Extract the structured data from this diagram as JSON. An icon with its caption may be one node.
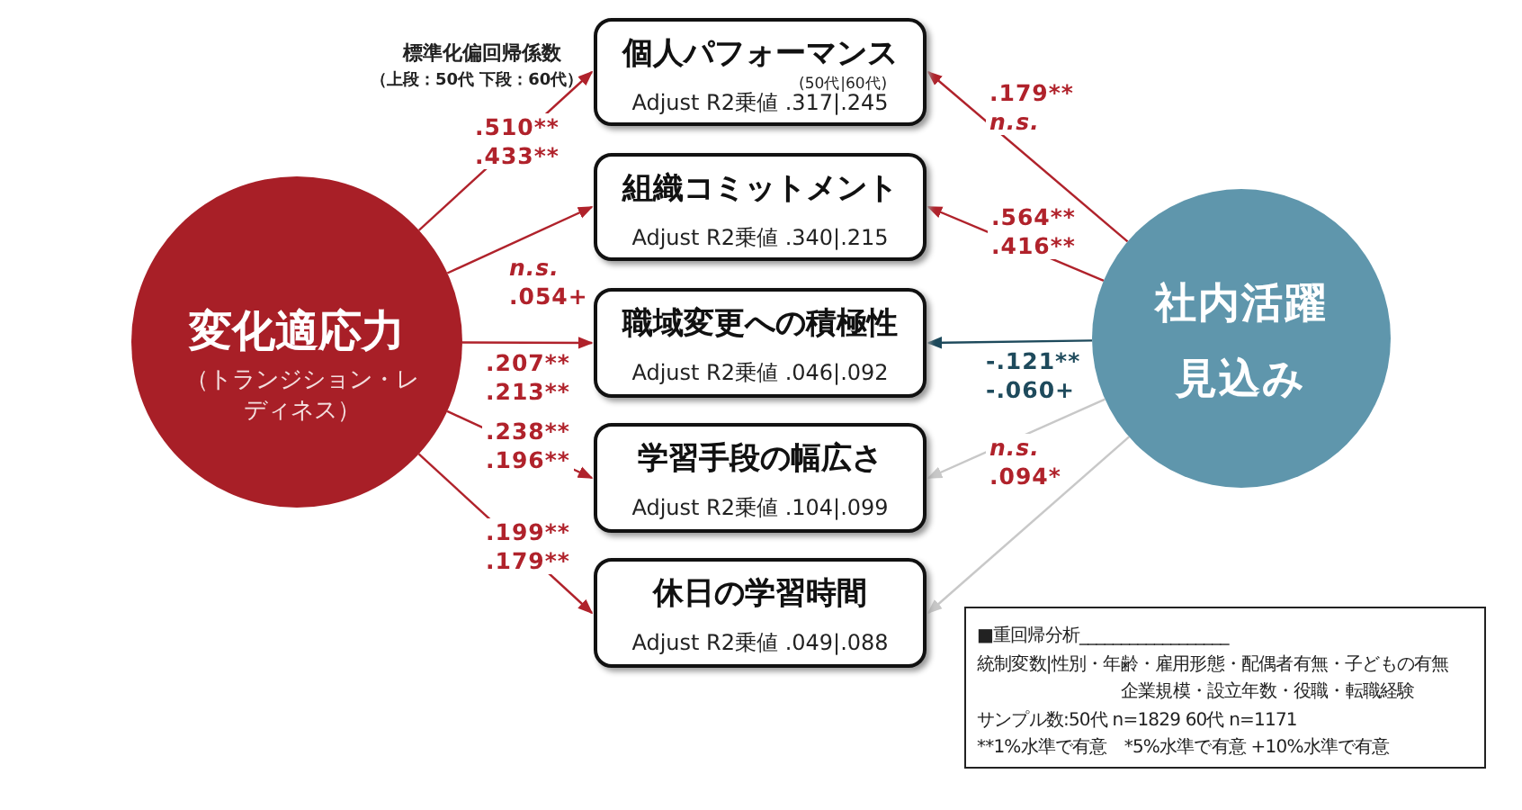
{
  "diagram": {
    "nodes": [
      {
        "text": [
          "変化適応力",
          "（トランジション・レディネス）"
        ]
      },
      {
        "text": [
          "個人パフォーマンス",
          "(50代|60代)",
          "Adjust R2乗値 .317|.245"
        ]
      },
      {
        "text": [
          "組織コミットメント",
          "Adjust R2乗値 .340|.215"
        ]
      },
      {
        "text": [
          "職域変更への積極性",
          "Adjust R2乗値 .046|.092"
        ]
      },
      {
        "text": [
          "学習手段の幅広さ",
          "Adjust R2乗値 .104|.099"
        ]
      },
      {
        "text": [
          "休日の学習時間",
          "Adjust R2乗値 .049|.088"
        ]
      },
      {
        "text": [
          "社内活躍見込み"
        ]
      },
      {
        "text": [
          "■重回帰分析__________________",
          "統制変数|性別・年齢・雇用形態・配偶者有無・子どもの有無",
          "企業規模・設立年数・役職・転職経験",
          "サンプル数:50代 n=1829 60代 n=1171",
          "**1%水準で有意　*5%水準で有意 +10%水準で有意"
        ]
      }
    ],
    "edges": [
      {
        "from": 0,
        "to": 1,
        "arrow": "to",
        "label": ".510** .433**"
      },
      {
        "from": 0,
        "to": 2,
        "arrow": "to",
        "label": "*n.s.* .054+"
      },
      {
        "from": 0,
        "to": 3,
        "arrow": "to",
        "label": ".207** .213**"
      },
      {
        "from": 0,
        "to": 4,
        "arrow": "to",
        "label": ".238** .196**"
      },
      {
        "from": 0,
        "to": 5,
        "arrow": "to",
        "label": ".199** .179**"
      },
      {
        "from": 6,
        "to": 1,
        "arrow": "to",
        "label": ".179** *n.s.*"
      },
      {
        "from": 6,
        "to": 2,
        "arrow": "to",
        "label": ".564** .416**"
      },
      {
        "from": 6,
        "to": 3,
        "arrow": "to",
        "label": "-.121** -.060+",
        "color": "#1e4a5c"
      },
      {
        "from": 6,
        "to": 4,
        "arrow": "to",
        "label": "*n.s.* .094*",
        "color": "#c8c8c8"
      },
      {
        "from": 6,
        "to": 5,
        "arrow": "to",
        "color": "#c8c8c8"
      }
    ],
    "labels": [
      "標準化偏回帰係数",
      "（上段：50代 下段：60代）"
    ]
  }
}
